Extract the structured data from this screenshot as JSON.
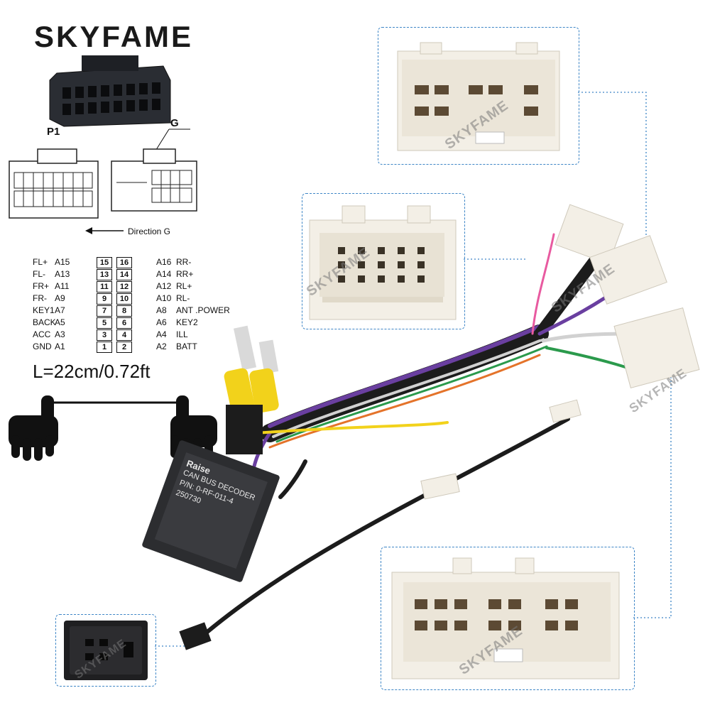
{
  "brand": "SKYFAME",
  "watermark": "SKYFAME",
  "diagram": {
    "p1_label": "P1",
    "g_label": "G",
    "direction_label": "Direction G"
  },
  "pinout": {
    "rows": [
      {
        "l_name": "FL+",
        "l_code": "A15",
        "l_pin": "15",
        "r_pin": "16",
        "r_code": "A16",
        "r_name": "RR-"
      },
      {
        "l_name": "FL-",
        "l_code": "A13",
        "l_pin": "13",
        "r_pin": "14",
        "r_code": "A14",
        "r_name": "RR+"
      },
      {
        "l_name": "FR+",
        "l_code": "A11",
        "l_pin": "11",
        "r_pin": "12",
        "r_code": "A12",
        "r_name": "RL+"
      },
      {
        "l_name": "FR-",
        "l_code": "A9",
        "l_pin": "9",
        "r_pin": "10",
        "r_code": "A10",
        "r_name": "RL-"
      },
      {
        "l_name": "KEY1",
        "l_code": "A7",
        "l_pin": "7",
        "r_pin": "8",
        "r_code": "A8",
        "r_name": "ANT .POWER"
      },
      {
        "l_name": "BACK",
        "l_code": "A5",
        "l_pin": "5",
        "r_pin": "6",
        "r_code": "A6",
        "r_name": "KEY2"
      },
      {
        "l_name": "ACC",
        "l_code": "A3",
        "l_pin": "3",
        "r_pin": "4",
        "r_code": "A4",
        "r_name": "ILL"
      },
      {
        "l_name": "GND",
        "l_code": "A1",
        "l_pin": "1",
        "r_pin": "2",
        "r_code": "A2",
        "r_name": "BATT"
      }
    ]
  },
  "length_label": "L=22cm/0.72ft",
  "decoder": {
    "brand": "Raise",
    "title": "CAN BUS DECODER",
    "pn": "P/N: 0-RF-011-4",
    "code": "250730"
  },
  "colors": {
    "connector_white": "#f3efe6",
    "wire_purple": "#6a3fa0",
    "wire_black": "#1c1c1c",
    "rca_yellow": "#f2d21b",
    "dotted_line": "#3d85c6"
  }
}
